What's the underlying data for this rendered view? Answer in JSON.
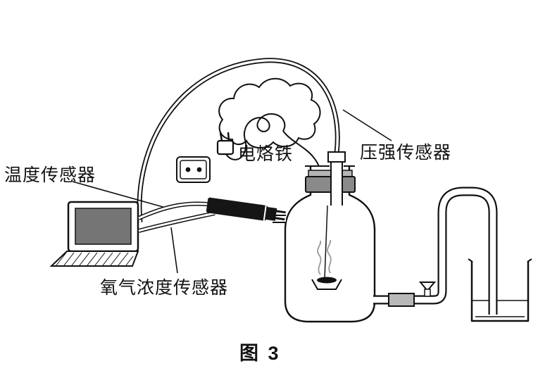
{
  "page": {
    "background": "#ffffff"
  },
  "diagram": {
    "caption": "图 3",
    "labels": {
      "temperature_sensor": "温度传感器",
      "soldering_iron": "电烙铁",
      "pressure_sensor": "压强传感器",
      "oxygen_concentration_sensor": "氧气浓度传感器"
    },
    "colors": {
      "line": "#111111",
      "laptop_screen_fill": "#757575",
      "stopper_fill": "#8a8a8a",
      "stopper_top_fill": "#b5b5b5",
      "connector_fill": "#b8b8b8",
      "smoke": "#999999"
    },
    "shapes": [
      "laptop-computer",
      "pressure-tube-arc",
      "sensor-cables",
      "cloud-coiled-cord",
      "power-outlet",
      "power-plug",
      "soldering-iron-probe",
      "gas-flask",
      "rubber-stopper",
      "combustion-spoon",
      "smoke-wisps",
      "outlet-tube",
      "stopcock-valve",
      "beaker-with-water"
    ]
  }
}
